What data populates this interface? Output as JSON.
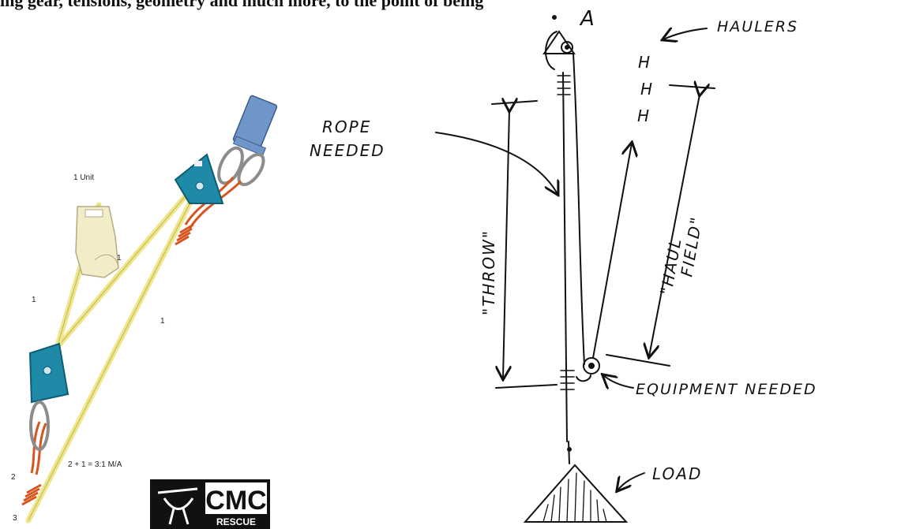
{
  "header_fragment": "ing gear, tensions, geometry and much more, to the point of being",
  "left_diagram": {
    "unit_label": "1 Unit",
    "rope_labels": [
      "1",
      "1",
      "1",
      "2",
      "3"
    ],
    "formula": "2 + 1 = 3:1 M/A",
    "logo_text": "CMC",
    "logo_subtext": "RESCUE",
    "colors": {
      "rope": "#efe68a",
      "pulley": "#1f8aa8",
      "prusik": "#d8541e",
      "glove": "#f3ecc8"
    }
  },
  "right_diagram": {
    "anchor": "A",
    "labels": {
      "haulers": "HAULERS",
      "rope_needed_line1": "ROPE",
      "rope_needed_line2": "NEEDED",
      "throw": "\"THROW\"",
      "haul_line1": "\"HAUL",
      "haul_line2": "FIELD\"",
      "equipment": "EQUIPMENT NEEDED",
      "load": "LOAD"
    },
    "hauler_marks": [
      "H",
      "H",
      "H"
    ]
  }
}
